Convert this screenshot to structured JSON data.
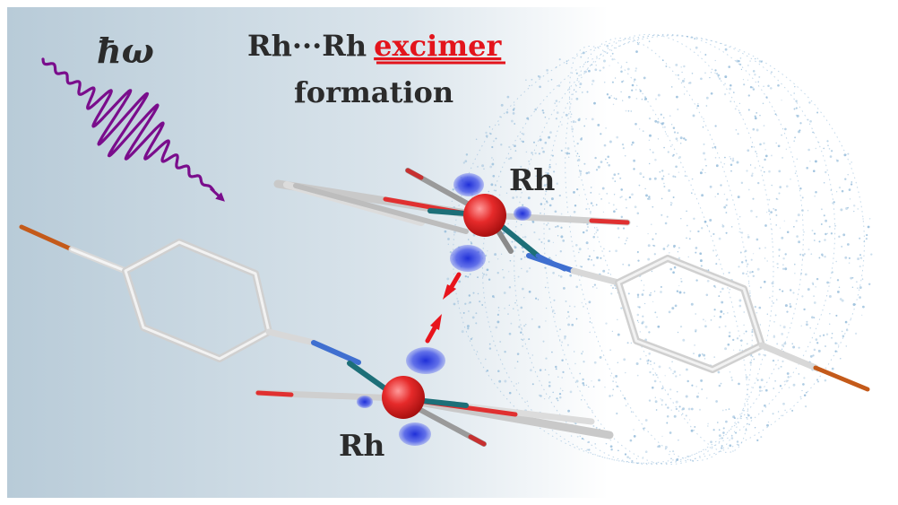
{
  "title": {
    "line1_prefix": "Rh···Rh",
    "line1_highlight": "excimer",
    "line2": "formation"
  },
  "photon_label": "ħω",
  "atom_labels": {
    "top": "Rh",
    "bottom": "Rh"
  },
  "colors": {
    "background_start": "#b8cbd8",
    "background_end": "#ffffff",
    "highlight_text": "#e3141c",
    "photon_wave": "#7a0d8c",
    "rh_atom": "#e62a2a",
    "orbital_lobe": "#2233dd",
    "bond_arrow": "#e8141c",
    "sphere_dots": "#8fb8d8",
    "text": "#2b2b2b"
  }
}
